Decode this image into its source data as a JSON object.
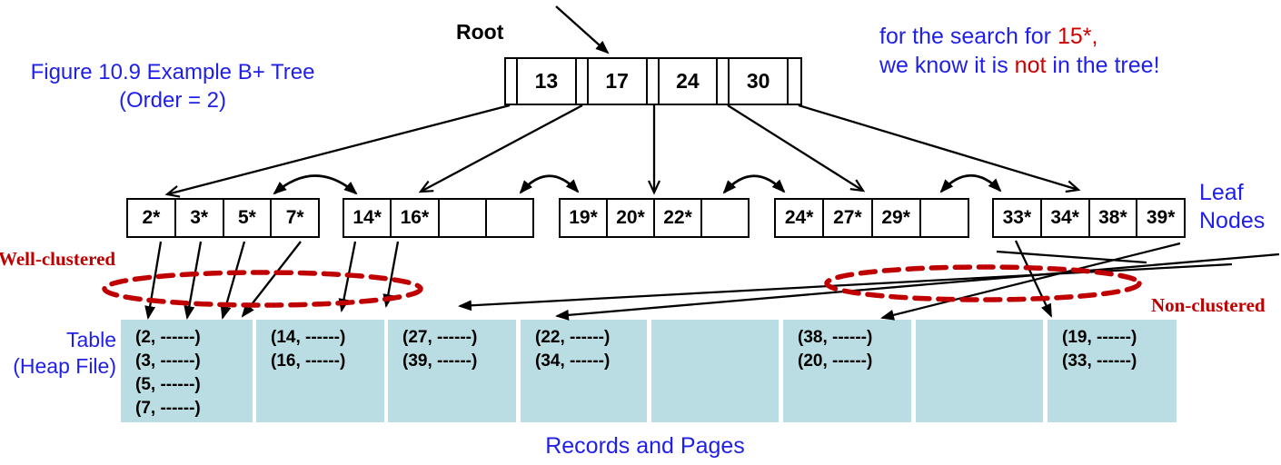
{
  "figure_caption": {
    "line1": "Figure 10.9 Example B+ Tree",
    "line2": "(Order = 2)"
  },
  "root_label": "Root",
  "search_note": {
    "line1_part1": "for the search for ",
    "line1_highlight": "15*,",
    "line2_part1": "we know it is ",
    "line2_highlight": "not",
    "line2_part2": " in the tree!"
  },
  "tree": {
    "root_keys": [
      "13",
      "17",
      "24",
      "30"
    ],
    "leaves": [
      {
        "cells": [
          "2*",
          "3*",
          "5*",
          "7*"
        ]
      },
      {
        "cells": [
          "14*",
          "16*",
          "",
          ""
        ]
      },
      {
        "cells": [
          "19*",
          "20*",
          "22*",
          ""
        ]
      },
      {
        "cells": [
          "24*",
          "27*",
          "29*",
          ""
        ]
      },
      {
        "cells": [
          "33*",
          "34*",
          "38*",
          "39*"
        ]
      }
    ]
  },
  "labels": {
    "leaf_nodes_line1": "Leaf",
    "leaf_nodes_line2": "Nodes",
    "well_clustered": "Well-clustered",
    "non_clustered": "Non-clustered",
    "table_line1": "Table",
    "table_line2": "(Heap File)",
    "records_and_pages": "Records and Pages"
  },
  "heap": {
    "pages": [
      {
        "records": [
          "(2, ------)",
          "(3, ------)",
          "(5, ------)",
          "(7, ------)"
        ]
      },
      {
        "records": [
          "(14, ------)",
          "(16, ------)"
        ]
      },
      {
        "records": [
          "(27, ------)",
          "(39, ------)"
        ]
      },
      {
        "records": [
          "(22, ------)",
          "(34, ------)"
        ]
      },
      {
        "records": []
      },
      {
        "records": [
          "(38, ------)",
          "(20, ------)"
        ]
      },
      {
        "records": []
      },
      {
        "records": [
          "(19, ------)",
          "(33, ------)"
        ]
      }
    ]
  },
  "colors": {
    "blue": "#1f1fe8",
    "red_text": "#cc0000",
    "dark_red": "#c00000",
    "page_fill": "#b9dde2",
    "line": "#000000"
  }
}
